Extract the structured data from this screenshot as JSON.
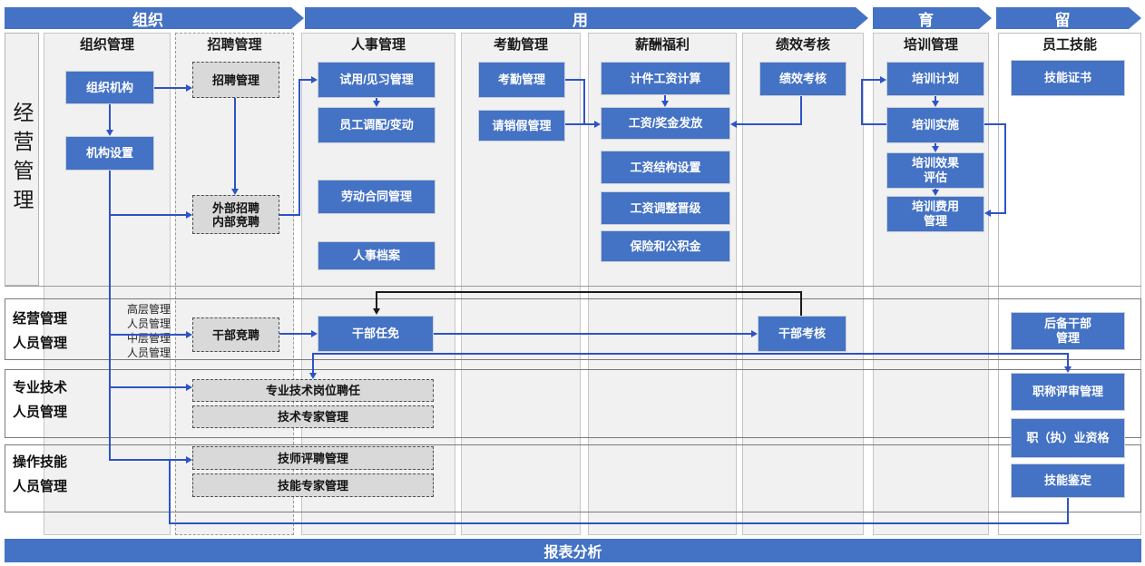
{
  "colors": {
    "accent_blue": "#4472C4",
    "connector_blue": "#2E53C6",
    "connector_black": "#1A1A1A",
    "panel_gray": "#F1F1F2",
    "dashed_fill": "#D9D9D9"
  },
  "banners": [
    {
      "label": "组织"
    },
    {
      "label": "用"
    },
    {
      "label": "育"
    },
    {
      "label": "留"
    }
  ],
  "left_vertical_label": "经营管理",
  "columns": [
    {
      "header": "组织管理"
    },
    {
      "header": "招聘管理"
    },
    {
      "header": "人事管理"
    },
    {
      "header": "考勤管理"
    },
    {
      "header": "薪酬福利"
    },
    {
      "header": "绩效考核"
    },
    {
      "header": "培训管理"
    },
    {
      "header": "员工技能"
    }
  ],
  "rows": [
    {
      "label": "经营管理\n人员管理",
      "note": "高层管理\n人员管理\n中层管理\n人员管理"
    },
    {
      "label": "专业技术\n人员管理"
    },
    {
      "label": "操作技能\n人员管理"
    }
  ],
  "nodes": {
    "org_structure": "组织机构",
    "org_setup": "机构设置",
    "recruit": "招聘管理",
    "ext_recruit": "外部招聘\n内部竞聘",
    "probation": "试用/见习管理",
    "transfer": "员工调配/变动",
    "contract": "劳动合同管理",
    "archives": "人事档案",
    "attendance": "考勤管理",
    "leave": "请销假管理",
    "piece_wage": "计件工资计算",
    "payroll": "工资/奖金发放",
    "wage_structure": "工资结构设置",
    "wage_adjust": "工资调整晋级",
    "insurance": "保险和公积金",
    "perf_assess": "绩效考核",
    "train_plan": "培训计划",
    "train_impl": "培训实施",
    "train_eval": "培训效果\n评估",
    "train_cost": "培训费用\n管理",
    "skill_cert": "技能证书",
    "cadre_compete": "干部竞聘",
    "cadre_appoint": "干部任免",
    "cadre_assess": "干部考核",
    "reserve_cadre": "后备干部\n管理",
    "title_review": "职称评审管理",
    "prof_qual": "职（执）业资格",
    "skill_assess": "技能鉴定",
    "post_hire": "专业技术岗位聘任",
    "tech_expert": "技术专家管理",
    "technician": "技师评聘管理",
    "skill_expert": "技能专家管理"
  },
  "bottom_banner": "报表分析"
}
